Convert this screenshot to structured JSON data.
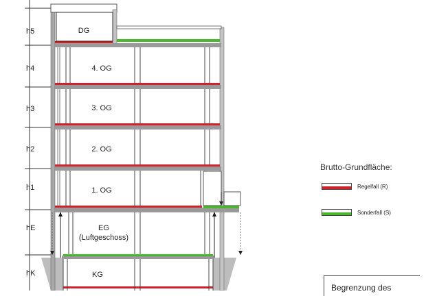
{
  "levels": {
    "h5": "h5",
    "h4": "h4",
    "h3": "h3",
    "h2": "h2",
    "h1": "h1",
    "hE": "hE",
    "hK": "hK"
  },
  "floors": {
    "dg": "DG",
    "og4": "4. OG",
    "og3": "3. OG",
    "og2": "2. OG",
    "og1": "1. OG",
    "eg_line1": "EG",
    "eg_line2": "(Luftgeschoss)",
    "kg": "KG"
  },
  "legend": {
    "title": "Brutto-Grundfläche:",
    "regelfall": "Regelfall (R)",
    "sonderfall": "Sonderfall (S)"
  },
  "boundary_label": "Begrenzung des",
  "colors": {
    "regelfall": "#d0202a",
    "sonderfall": "#4ab82c",
    "wall": "#9a9a9a",
    "ground": "#bdbdbd"
  }
}
